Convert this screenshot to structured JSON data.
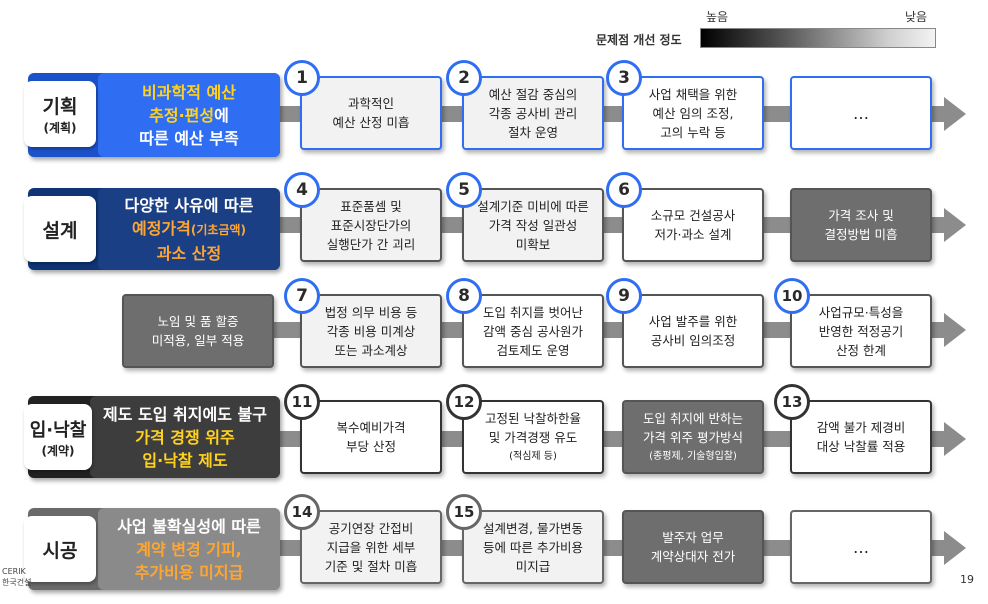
{
  "legend": {
    "high": "높음",
    "low": "낮음",
    "title": "문제점 개선 정도"
  },
  "rows": [
    {
      "tag": "기획",
      "tag_sub": "(계획)",
      "main": [
        "비과학적 예산",
        "추정·편성에",
        "따른 예산 부족"
      ]
    },
    {
      "tag": "설계",
      "tag_sub": "",
      "main": [
        "다양한 사유에 따른",
        "예정가격(기초금액)",
        "과소 산정"
      ]
    },
    {
      "tag": "입·낙찰",
      "tag_sub": "(계약)",
      "main": [
        "제도 도입 취지에도 불구",
        "가격 경쟁 위주",
        "입·낙찰 제도"
      ]
    },
    {
      "tag": "시공",
      "tag_sub": "",
      "main": [
        "사업 불확실성에 따른",
        "계약 변경 기피,",
        "추가비용 미지급"
      ]
    }
  ],
  "boxes": {
    "b1": {
      "num": "1",
      "text": "과학적인\n예산 산정 미흡"
    },
    "b2": {
      "num": "2",
      "text": "예산 절감 중심의\n각종 공사비 관리\n절차 운영"
    },
    "b3": {
      "num": "3",
      "text": "사업 채택을 위한\n예산 임의 조정,\n고의 누락 등"
    },
    "b3x": {
      "num": "",
      "text": "…"
    },
    "b4": {
      "num": "4",
      "text": "표준품셈 및\n표준시장단가의\n실행단가 간 괴리"
    },
    "b5": {
      "num": "5",
      "text": "설계기준 미비에 따른\n가격 작성 일관성\n미확보"
    },
    "b6": {
      "num": "6",
      "text": "소규모 건설공사\n저가·과소 설계"
    },
    "b6x": {
      "num": "",
      "text": "가격 조사 및\n결정방법 미흡"
    },
    "b7p": {
      "num": "",
      "text": "노임 및 품 할증\n미적용, 일부 적용"
    },
    "b7": {
      "num": "7",
      "text": "법정 의무 비용 등\n각종 비용 미계상\n또는 과소계상"
    },
    "b8": {
      "num": "8",
      "text": "도입 취지를 벗어난\n감액 중심 공사원가\n검토제도 운영"
    },
    "b9": {
      "num": "9",
      "text": "사업 발주를 위한\n공사비 임의조정"
    },
    "b10": {
      "num": "10",
      "text": "사업규모·특성을\n반영한 적정공기\n산정 한계"
    },
    "b11": {
      "num": "11",
      "text": "복수예비가격\n부당 산정"
    },
    "b12": {
      "num": "12",
      "text": "고정된 낙찰하한율\n및 가격경쟁 유도",
      "small": "(적심제 등)"
    },
    "b12x": {
      "num": "",
      "text": "도입 취지에 반하는\n가격 위주 평가방식",
      "small": "(종평제, 기술형입찰)"
    },
    "b13": {
      "num": "13",
      "text": "감액 불가 제경비\n대상 낙찰률 적용"
    },
    "b14": {
      "num": "14",
      "text": "공기연장 간접비\n지급을 위한 세부\n기준 및 절차 미흡"
    },
    "b15": {
      "num": "15",
      "text": "설계변경, 물가변동\n등에 따른 추가비용\n미지급"
    },
    "b15x": {
      "num": "",
      "text": "발주자 업무\n계약상대자 전가"
    },
    "b16x": {
      "num": "",
      "text": "…"
    }
  },
  "page_number": "19",
  "footer": "CERIK\n한국건설"
}
